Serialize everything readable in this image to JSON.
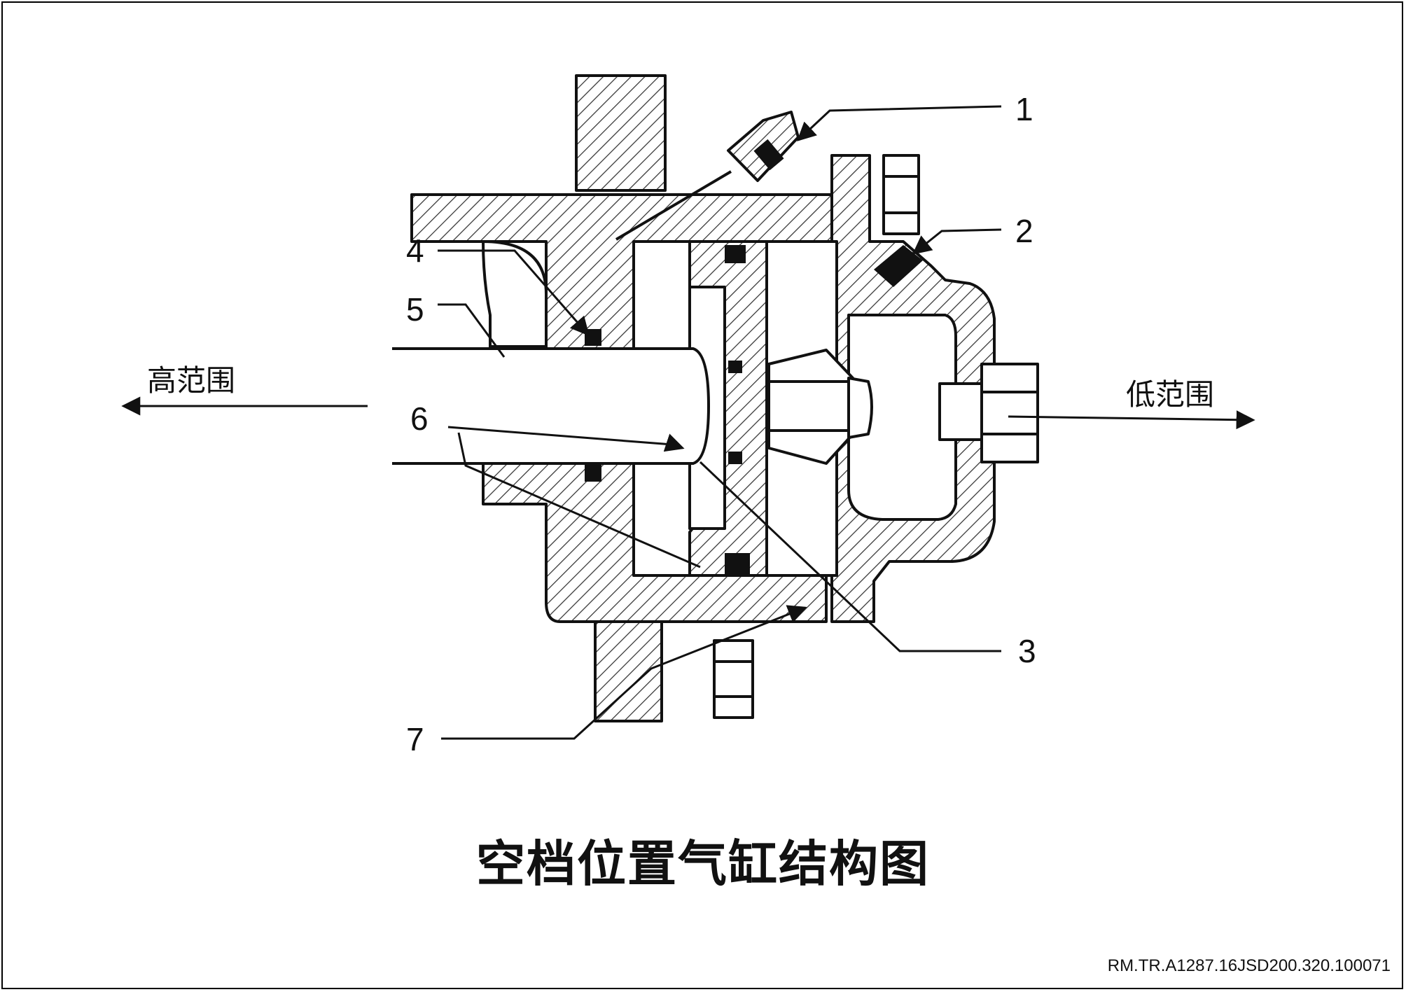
{
  "title": "空档位置气缸结构图",
  "doc_ref": "RM.TR.A1287.16JSD200.320.100071",
  "directions": {
    "high": "高范围",
    "low": "低范围"
  },
  "callouts": [
    "1",
    "2",
    "3",
    "4",
    "5",
    "6",
    "7"
  ]
}
